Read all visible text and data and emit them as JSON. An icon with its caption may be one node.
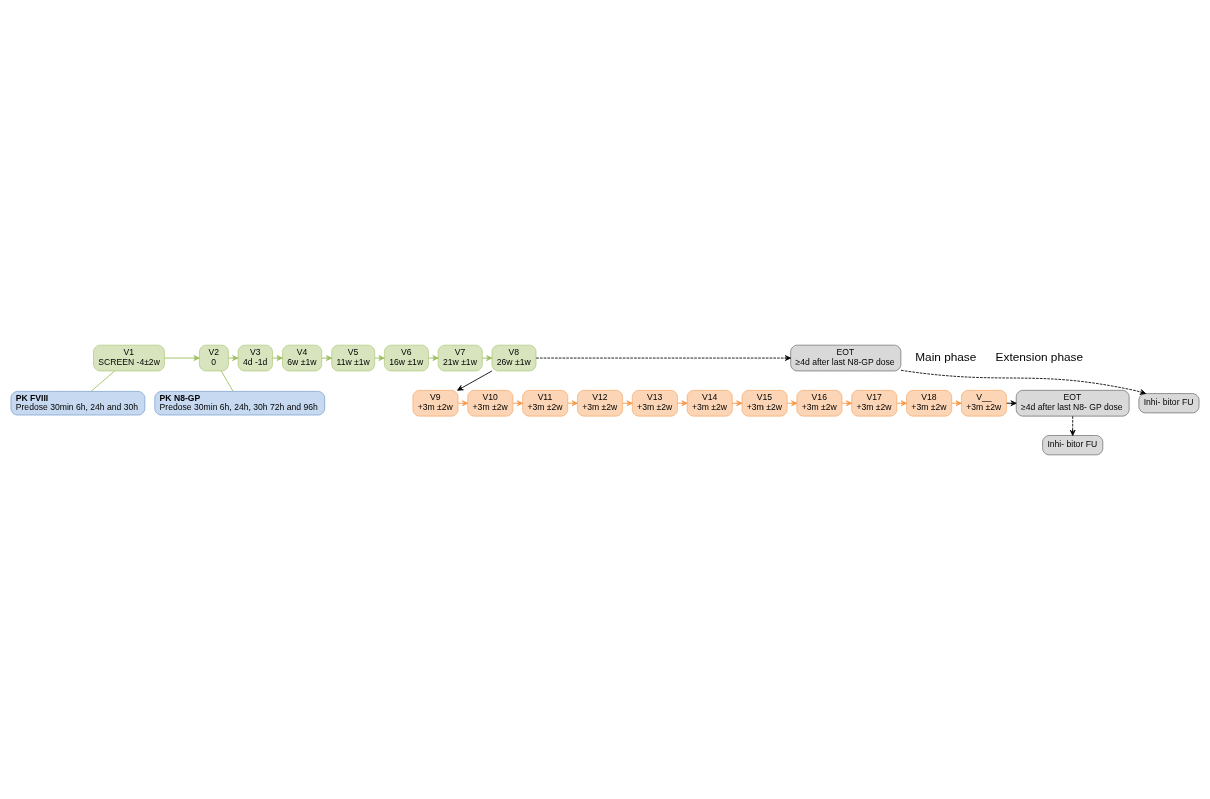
{
  "diagram": {
    "nodes": [
      {
        "text": [
          "V1",
          "SCREEN -4±2w"
        ]
      },
      {
        "text": [
          "V2",
          "0"
        ]
      },
      {
        "text": [
          "V3",
          "4d -1d"
        ]
      },
      {
        "text": [
          "V4",
          "6w ±1w"
        ]
      },
      {
        "text": [
          "V5",
          "11w ±1w"
        ]
      },
      {
        "text": [
          "V6",
          "16w ±1w"
        ]
      },
      {
        "text": [
          "V7",
          "21w ±1w"
        ]
      },
      {
        "text": [
          "V8",
          "26w ±1w"
        ]
      },
      {
        "text": [
          "EOT",
          "≥4d after last N8-GP dose"
        ]
      },
      {
        "text": [
          "Inhi- bitor FU"
        ]
      },
      {
        "text": [
          "PK FVIII",
          "Predose 30min 6h, 24h and 30h"
        ]
      },
      {
        "text": [
          "PK N8-GP",
          "Predose 30min 6h, 24h, 30h 72h and 96h"
        ]
      },
      {
        "text": [
          "V9",
          "+3m ±2w"
        ]
      },
      {
        "text": [
          "V10",
          "+3m ±2w"
        ]
      },
      {
        "text": [
          "V11",
          "+3m ±2w"
        ]
      },
      {
        "text": [
          "V12",
          "+3m ±2w"
        ]
      },
      {
        "text": [
          "V13",
          "+3m ±2w"
        ]
      },
      {
        "text": [
          "V14",
          "+3m ±2w"
        ]
      },
      {
        "text": [
          "V15",
          "+3m ±2w"
        ]
      },
      {
        "text": [
          "V16",
          "+3m ±2w"
        ]
      },
      {
        "text": [
          "V17",
          "+3m ±2w"
        ]
      },
      {
        "text": [
          "V18",
          "+3m ±2w"
        ]
      },
      {
        "text": [
          "V__",
          "+3m ±2w"
        ]
      },
      {
        "text": [
          "EOT",
          "≥4d after last N8- GP dose"
        ]
      },
      {
        "text": [
          "Inhi- bitor FU"
        ]
      }
    ],
    "edges": [
      {
        "from": 0,
        "to": 1,
        "arrow": "to",
        "color": "#9bbb59"
      },
      {
        "from": 1,
        "to": 2,
        "arrow": "to",
        "color": "#9bbb59"
      },
      {
        "from": 2,
        "to": 3,
        "arrow": "to",
        "color": "#9bbb59"
      },
      {
        "from": 3,
        "to": 4,
        "arrow": "to",
        "color": "#9bbb59"
      },
      {
        "from": 4,
        "to": 5,
        "arrow": "to",
        "color": "#9bbb59"
      },
      {
        "from": 5,
        "to": 6,
        "arrow": "to",
        "color": "#9bbb59"
      },
      {
        "from": 6,
        "to": 7,
        "arrow": "to",
        "color": "#9bbb59"
      },
      {
        "from": 7,
        "to": 8,
        "arrow": "to",
        "style": "dashed",
        "color": "#000000"
      },
      {
        "from": 8,
        "to": 9,
        "arrow": "to",
        "style": "dashed",
        "color": "#000000"
      },
      {
        "from": 0,
        "to": 10,
        "arrow": "none",
        "color": "#9bbb59"
      },
      {
        "from": 1,
        "to": 11,
        "arrow": "none",
        "color": "#9bbb59"
      },
      {
        "from": 7,
        "to": 12,
        "arrow": "to",
        "color": "#000000"
      },
      {
        "from": 12,
        "to": 13,
        "arrow": "to",
        "color": "#f79646"
      },
      {
        "from": 13,
        "to": 14,
        "arrow": "to",
        "color": "#f79646"
      },
      {
        "from": 14,
        "to": 15,
        "arrow": "to",
        "color": "#f79646"
      },
      {
        "from": 15,
        "to": 16,
        "arrow": "to",
        "color": "#f79646"
      },
      {
        "from": 16,
        "to": 17,
        "arrow": "to",
        "color": "#f79646"
      },
      {
        "from": 17,
        "to": 18,
        "arrow": "to",
        "color": "#f79646"
      },
      {
        "from": 18,
        "to": 19,
        "arrow": "to",
        "color": "#f79646"
      },
      {
        "from": 19,
        "to": 20,
        "arrow": "to",
        "color": "#f79646"
      },
      {
        "from": 20,
        "to": 21,
        "arrow": "to",
        "color": "#f79646"
      },
      {
        "from": 21,
        "to": 22,
        "arrow": "to",
        "color": "#f79646"
      },
      {
        "from": 22,
        "to": 23,
        "arrow": "to",
        "color": "#000000"
      },
      {
        "from": 23,
        "to": 24,
        "arrow": "to",
        "style": "dashed",
        "color": "#000000"
      }
    ],
    "labels": [
      "Main phase",
      "Extension phase"
    ]
  }
}
